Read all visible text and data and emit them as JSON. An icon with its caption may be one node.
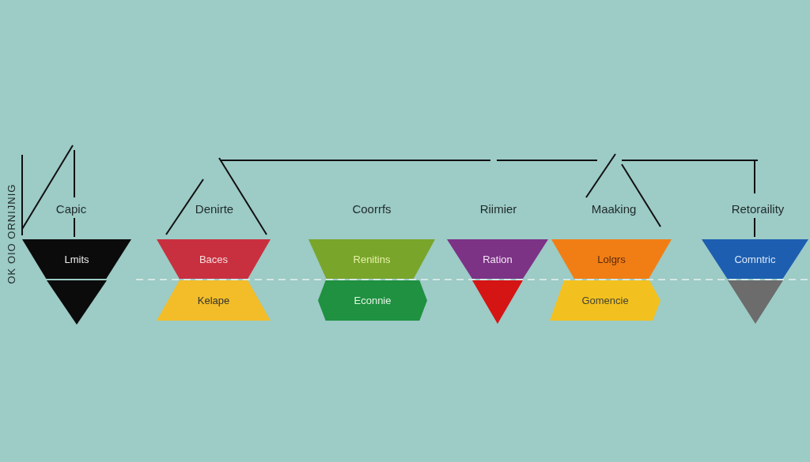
{
  "diagram": {
    "nodes": [
      {
        "text": [
          "Lmits"
        ]
      },
      {
        "text": [],
        "shape": "triangle"
      },
      {
        "text": [
          "Baces"
        ]
      },
      {
        "text": [
          "Kelape"
        ]
      },
      {
        "text": [
          "Renitins"
        ]
      },
      {
        "text": [
          "Econnie"
        ]
      },
      {
        "text": [
          "Ration"
        ]
      },
      {
        "text": [],
        "shape": "triangle"
      },
      {
        "text": [
          "Lolgrs"
        ]
      },
      {
        "text": [
          "Gomencie"
        ]
      },
      {
        "text": [
          "Comntric"
        ]
      },
      {
        "text": [],
        "shape": "triangle"
      }
    ],
    "labels": [
      "OK OIO ORNIJNIG",
      "Capic",
      "Denirte",
      "Coorrfs",
      "Riimier",
      "Maaking",
      "Retoraility"
    ]
  }
}
